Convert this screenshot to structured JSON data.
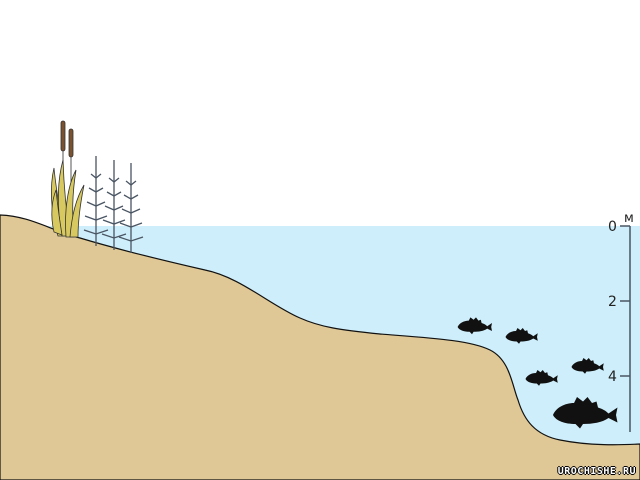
{
  "scale": {
    "unit": "м",
    "ticks": [
      {
        "value": 0,
        "label": "0"
      },
      {
        "value": 2,
        "label": "2"
      },
      {
        "value": 4,
        "label": "4"
      }
    ],
    "max_depth": 5.4
  },
  "watermark": "UROCHISHE.RU",
  "colors": {
    "water": "#cdeefa",
    "ground": "#dfc896",
    "fish": "#111111",
    "reed": "#d8c860",
    "cattail": "#7a5230",
    "horsetail": "#556070"
  }
}
